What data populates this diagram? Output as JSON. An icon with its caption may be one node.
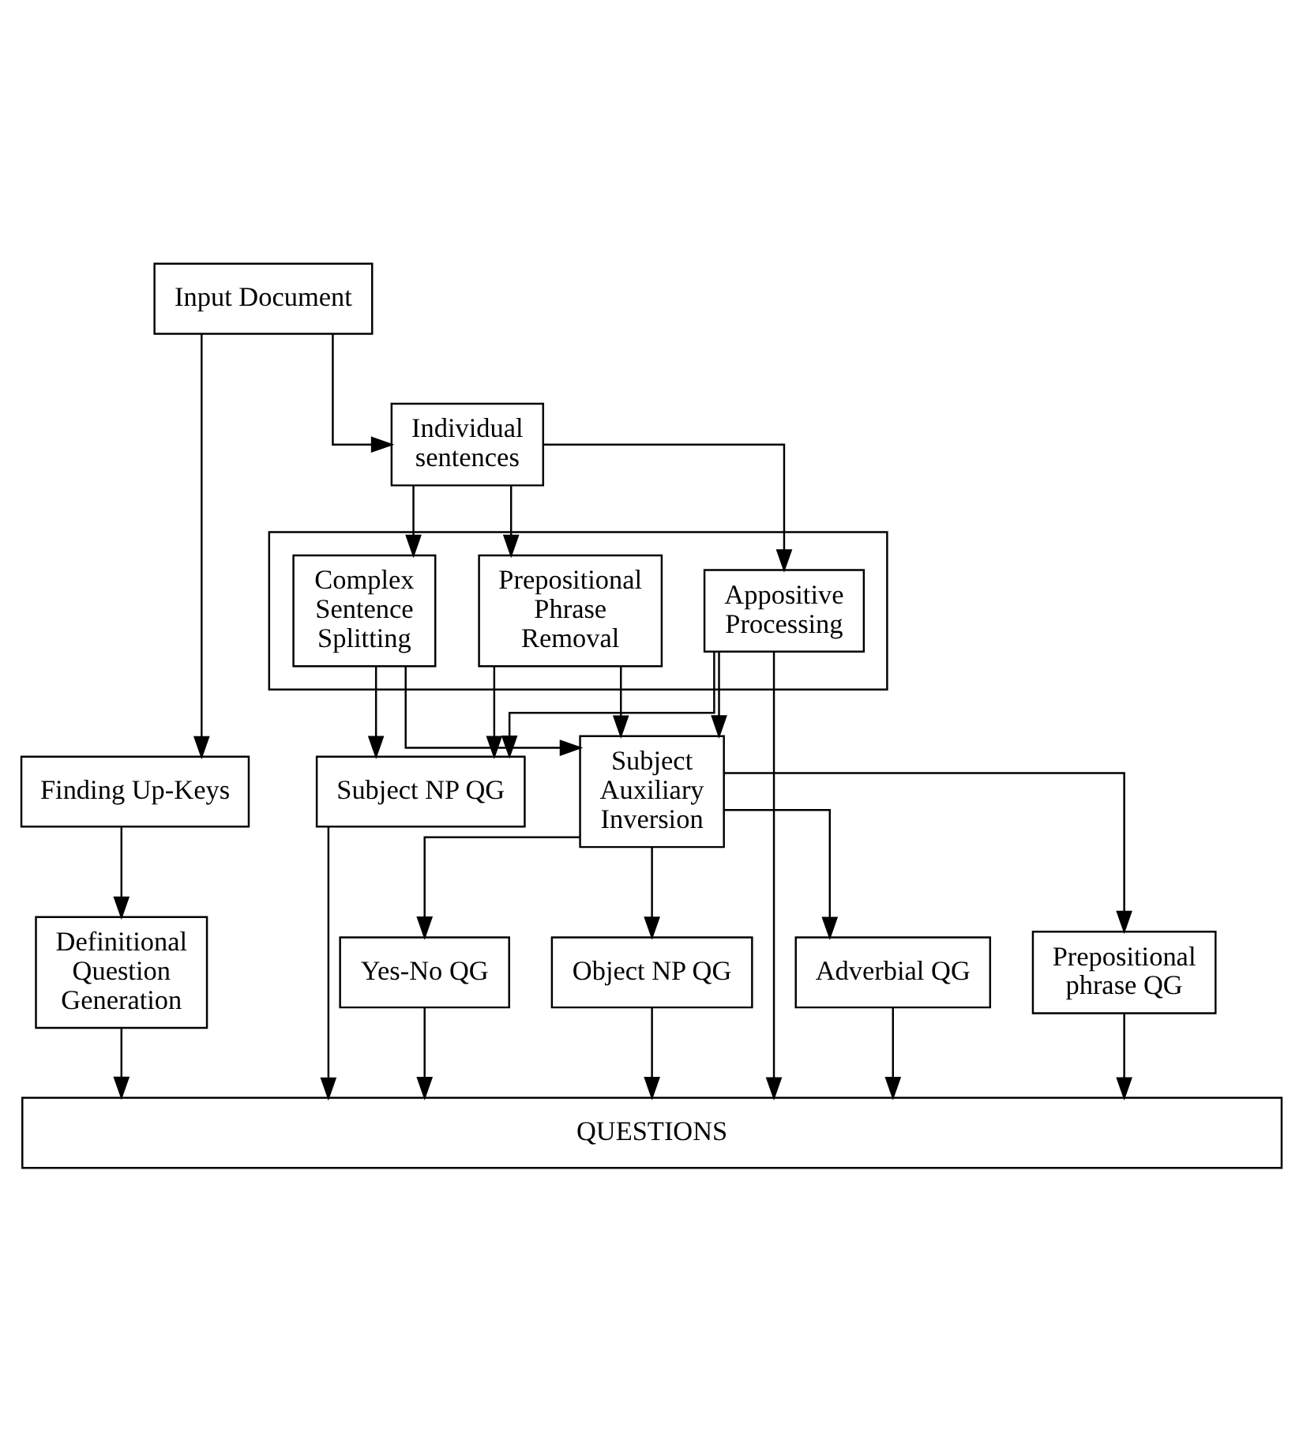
{
  "diagram": {
    "nodes": [
      {
        "text": [
          "Input Document"
        ]
      },
      {
        "text": [
          "Finding Up-Keys"
        ]
      },
      {
        "text": [
          "Individual sentences"
        ]
      },
      {
        "text": [
          "Definitional Question Generation"
        ]
      },
      {
        "text": [],
        "shape": "box"
      },
      {
        "text": [
          "Appositive Processing"
        ],
        "in": 4
      },
      {
        "text": [
          "Complex Sentence Splitting"
        ],
        "in": 4
      },
      {
        "text": [
          "Prepositional Phrase Removal"
        ],
        "in": 4
      },
      {
        "text": [
          "Subject NP QG"
        ]
      },
      {
        "text": [
          "Subject Auxiliary Inversion"
        ]
      },
      {
        "text": [
          "Yes-No QG"
        ]
      },
      {
        "text": [
          "Object NP QG"
        ]
      },
      {
        "text": [
          "Adverbial QG"
        ]
      },
      {
        "text": [
          "Prepositional phrase QG"
        ]
      },
      {
        "text": [
          "QUESTIONS"
        ]
      }
    ],
    "edges": [
      {
        "from": 0,
        "to": 1,
        "arrow": "to"
      },
      {
        "from": 0,
        "to": 2,
        "arrow": "to"
      },
      {
        "from": 1,
        "to": 3,
        "arrow": "to"
      },
      {
        "from": 2,
        "to": 5,
        "arrow": "to"
      },
      {
        "from": 2,
        "to": 6,
        "arrow": "to"
      },
      {
        "from": 2,
        "to": 7,
        "arrow": "to"
      },
      {
        "from": 3,
        "to": 14,
        "arrow": "to"
      },
      {
        "from": 5,
        "to": 14,
        "arrow": "to"
      },
      {
        "from": 5,
        "to": 8,
        "arrow": "to"
      },
      {
        "from": 5,
        "to": 9,
        "arrow": "to"
      },
      {
        "from": 6,
        "to": 8,
        "arrow": "to"
      },
      {
        "from": 6,
        "to": 9,
        "arrow": "to"
      },
      {
        "from": 7,
        "to": 8,
        "arrow": "to"
      },
      {
        "from": 7,
        "to": 9,
        "arrow": "to"
      },
      {
        "from": 8,
        "to": 14,
        "arrow": "to"
      },
      {
        "from": 9,
        "to": 10,
        "arrow": "to"
      },
      {
        "from": 9,
        "to": 11,
        "arrow": "to"
      },
      {
        "from": 9,
        "to": 12,
        "arrow": "to"
      },
      {
        "from": 9,
        "to": 13,
        "arrow": "to"
      },
      {
        "from": 10,
        "to": 14,
        "arrow": "to"
      },
      {
        "from": 11,
        "to": 14,
        "arrow": "to"
      },
      {
        "from": 12,
        "to": 14,
        "arrow": "to"
      },
      {
        "from": 13,
        "to": 14,
        "arrow": "to"
      }
    ]
  }
}
